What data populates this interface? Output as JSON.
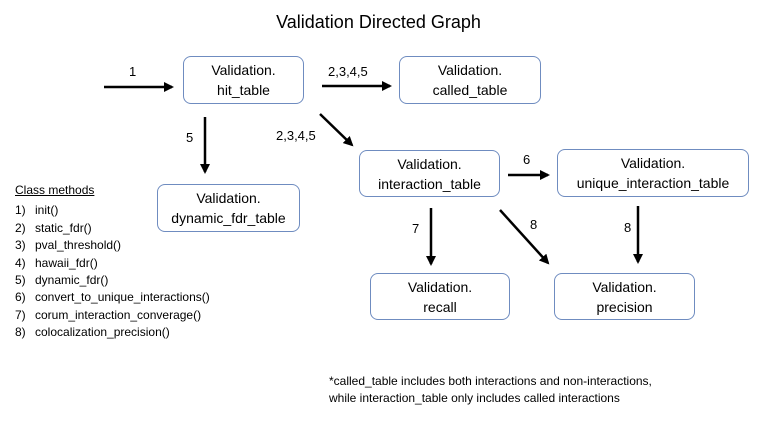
{
  "title": "Validation Directed Graph",
  "nodes": {
    "hit_table": [
      "Validation.",
      "hit_table"
    ],
    "called_table": [
      "Validation.",
      "called_table"
    ],
    "dynamic_fdr_table": [
      "Validation.",
      "dynamic_fdr_table"
    ],
    "interaction_table": [
      "Validation.",
      "interaction_table"
    ],
    "unique_interaction_table": [
      "Validation.",
      "unique_interaction_table"
    ],
    "recall": [
      "Validation.",
      "recall"
    ],
    "precision": [
      "Validation.",
      "precision"
    ]
  },
  "edge_labels": {
    "input": "1",
    "hit_to_called": "2,3,4,5",
    "hit_to_interaction": "2,3,4,5",
    "hit_to_dynamic": "5",
    "interaction_to_unique": "6",
    "interaction_to_recall": "7",
    "interaction_to_precision": "8",
    "unique_to_precision": "8"
  },
  "class_methods": {
    "heading": "Class methods",
    "items": [
      {
        "num": "1)",
        "label": "init()"
      },
      {
        "num": "2)",
        "label": "static_fdr()"
      },
      {
        "num": "3)",
        "label": "pval_threshold()"
      },
      {
        "num": "4)",
        "label": "hawaii_fdr()"
      },
      {
        "num": "5)",
        "label": "dynamic_fdr()"
      },
      {
        "num": "6)",
        "label": "convert_to_unique_interactions()"
      },
      {
        "num": "7)",
        "label": "corum_interaction_converage()"
      },
      {
        "num": "8)",
        "label": "colocalization_precision()"
      }
    ]
  },
  "footnote": [
    "*called_table includes both interactions and non-interactions,",
    "while interaction_table only includes called interactions"
  ],
  "colors": {
    "node_border": "#6f8cc0",
    "edge": "#000000"
  }
}
